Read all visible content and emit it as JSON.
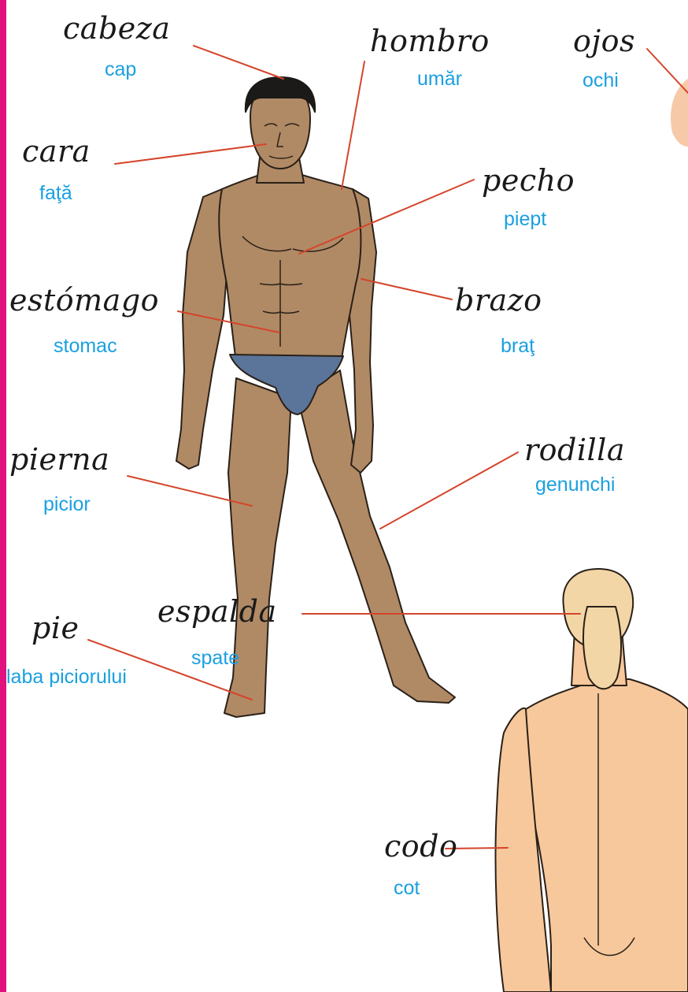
{
  "colors": {
    "border": "#e0127e",
    "translation": "#1aa0e0",
    "leader_line": "#d4452b",
    "skin_dark": "#b08a65",
    "skin_light": "#f7c89b",
    "briefs": "#5b7499",
    "hair": "#1c1a18",
    "hair_blonde": "#f3d6a6"
  },
  "labels": {
    "cabeza": {
      "es": "cabeza",
      "ro": "cap"
    },
    "hombro": {
      "es": "hombro",
      "ro": "umăr"
    },
    "ojos": {
      "es": "ojos",
      "ro": "ochi"
    },
    "cara": {
      "es": "cara",
      "ro": "faţă"
    },
    "pecho": {
      "es": "pecho",
      "ro": "piept"
    },
    "estomago": {
      "es": "estómago",
      "ro": "stomac"
    },
    "brazo": {
      "es": "brazo",
      "ro": "braţ"
    },
    "pierna": {
      "es": "pierna",
      "ro": "picior"
    },
    "rodilla": {
      "es": "rodilla",
      "ro": "genunchi"
    },
    "pie": {
      "es": "pie",
      "ro": "laba piciorului"
    },
    "espalda": {
      "es": "espalda",
      "ro": "spate"
    },
    "codo": {
      "es": "codo",
      "ro": "cot"
    }
  }
}
